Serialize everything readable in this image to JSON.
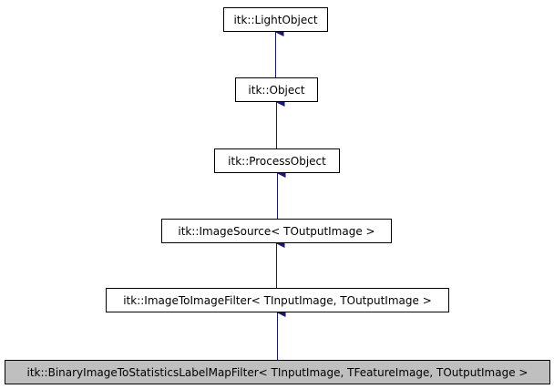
{
  "diagram": {
    "colors": {
      "edge": "#191970",
      "node_border": "#000000",
      "node_fill": "#ffffff",
      "highlight_fill": "#bfbfbf"
    },
    "nodes": [
      {
        "id": "light-object",
        "label": "itk::LightObject",
        "highlighted": false
      },
      {
        "id": "object",
        "label": "itk::Object",
        "highlighted": false
      },
      {
        "id": "process-object",
        "label": "itk::ProcessObject",
        "highlighted": false
      },
      {
        "id": "image-source",
        "label": "itk::ImageSource< TOutputImage >",
        "highlighted": false
      },
      {
        "id": "image-to-image-filter",
        "label": "itk::ImageToImageFilter< TInputImage, TOutputImage >",
        "highlighted": false
      },
      {
        "id": "binary-image-to-statistics-label-map-filter",
        "label": "itk::BinaryImageToStatisticsLabelMapFilter< TInputImage, TFeatureImage, TOutputImage >",
        "highlighted": true
      }
    ],
    "edges": [
      {
        "from": "object",
        "to": "light-object"
      },
      {
        "from": "process-object",
        "to": "object"
      },
      {
        "from": "image-source",
        "to": "process-object"
      },
      {
        "from": "image-to-image-filter",
        "to": "image-source"
      },
      {
        "from": "binary-image-to-statistics-label-map-filter",
        "to": "image-to-image-filter"
      }
    ]
  }
}
